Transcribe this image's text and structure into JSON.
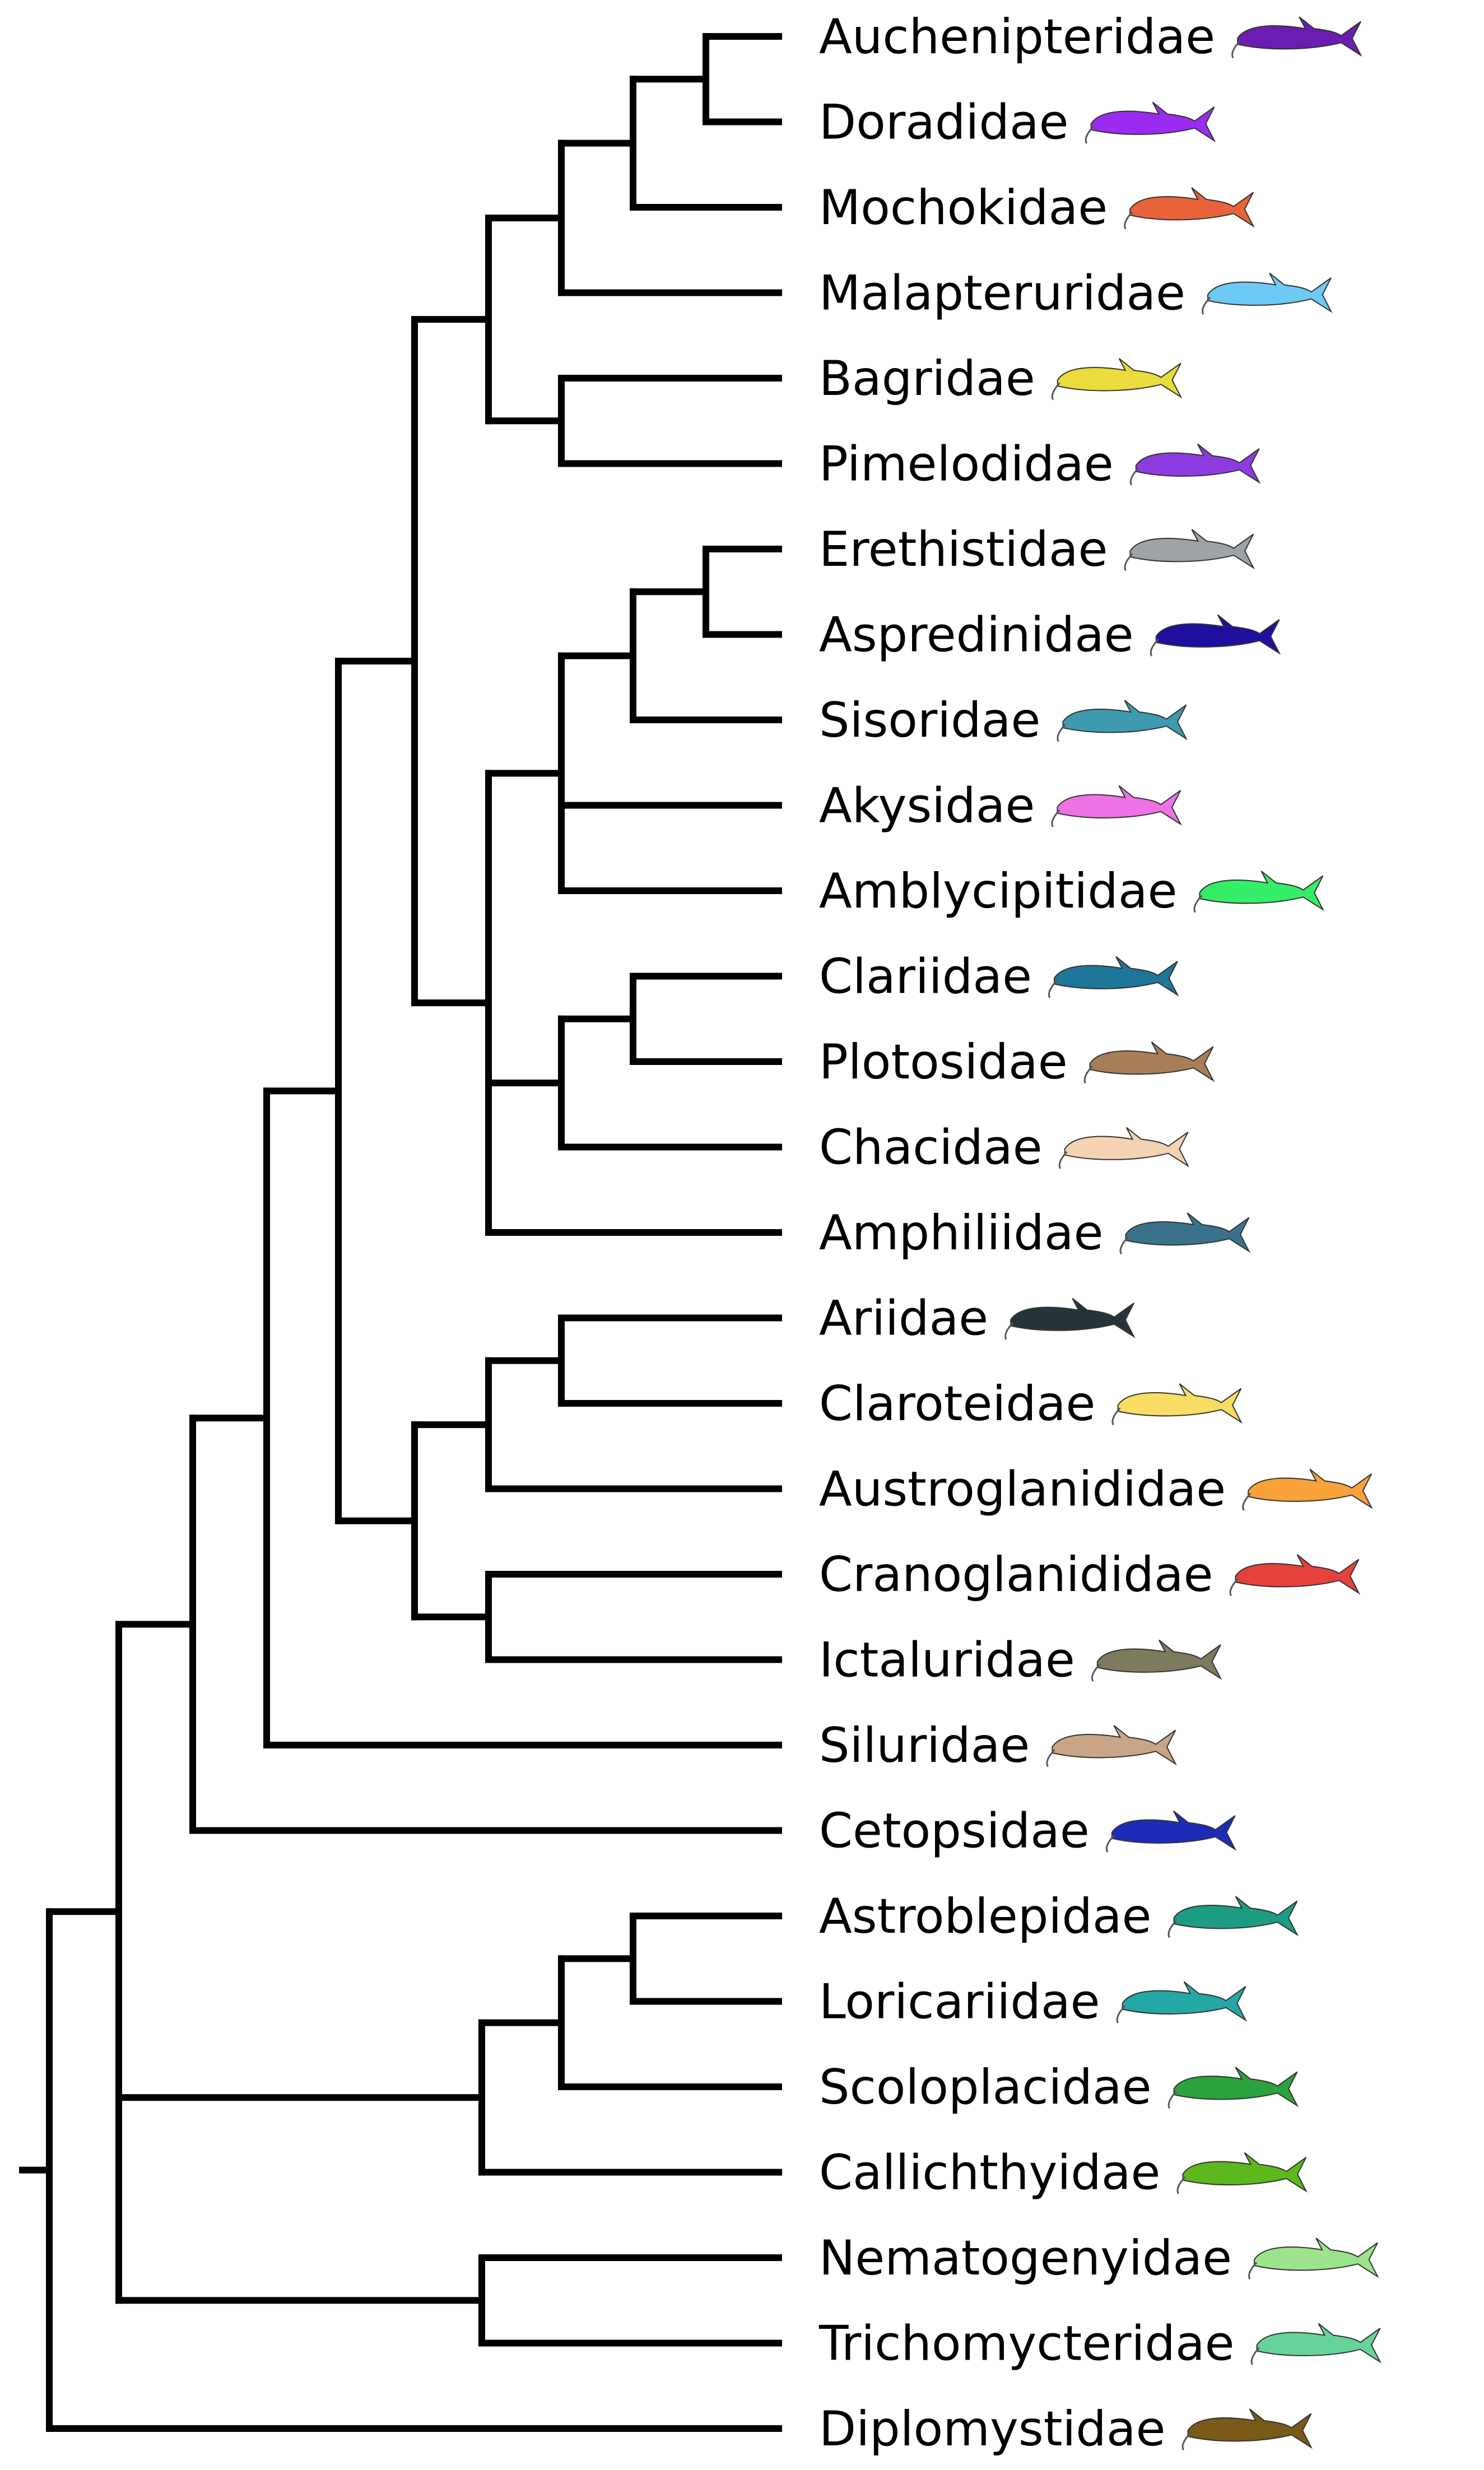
{
  "taxa": [
    {
      "name": "Auchenipteridae",
      "color": "#6A1DB0",
      "silhouette": "slender-catfish"
    },
    {
      "name": "Doradidae",
      "color": "#9B2BF0",
      "silhouette": "long-whiskered-catfish"
    },
    {
      "name": "Mochokidae",
      "color": "#E8633A",
      "silhouette": "upside-down-catfish"
    },
    {
      "name": "Malapteruridae",
      "color": "#6EC9F5",
      "silhouette": "electric-catfish"
    },
    {
      "name": "Bagridae",
      "color": "#E9DC3C",
      "silhouette": "bagrid-catfish"
    },
    {
      "name": "Pimelodidae",
      "color": "#8E3BE0",
      "silhouette": "long-whiskered-catfish"
    },
    {
      "name": "Erethistidae",
      "color": "#9FA3A6",
      "silhouette": "armored-catfish"
    },
    {
      "name": "Aspredinidae",
      "color": "#1F0F9E",
      "silhouette": "banjo-catfish"
    },
    {
      "name": "Sisoridae",
      "color": "#3E9AAE",
      "silhouette": "sisorid-catfish"
    },
    {
      "name": "Akysidae",
      "color": "#EE72E6",
      "silhouette": "stream-catfish"
    },
    {
      "name": "Amblycipitidae",
      "color": "#33EE66",
      "silhouette": "torrent-catfish"
    },
    {
      "name": "Clariidae",
      "color": "#1E7798",
      "silhouette": "airbreathing-catfish"
    },
    {
      "name": "Plotosidae",
      "color": "#A87E58",
      "silhouette": "eeltail-catfish"
    },
    {
      "name": "Chacidae",
      "color": "#F5D3B2",
      "silhouette": "squarehead-catfish"
    },
    {
      "name": "Amphiliidae",
      "color": "#3A728C",
      "silhouette": "loach-catfish"
    },
    {
      "name": "Ariidae",
      "color": "#26343A",
      "silhouette": "sea-catfish"
    },
    {
      "name": "Claroteidae",
      "color": "#F8DC63",
      "silhouette": "claroteid-catfish"
    },
    {
      "name": "Austroglanididae",
      "color": "#F9A23A",
      "silhouette": "rock-catfish"
    },
    {
      "name": "Cranoglanididae",
      "color": "#E5413D",
      "silhouette": "armorhead-catfish"
    },
    {
      "name": "Ictaluridae",
      "color": "#7E7A5E",
      "silhouette": "bullhead-catfish"
    },
    {
      "name": "Siluridae",
      "color": "#C7A586",
      "silhouette": "sheatfish"
    },
    {
      "name": "Cetopsidae",
      "color": "#1C2CB8",
      "silhouette": "whale-catfish"
    },
    {
      "name": "Astroblepidae",
      "color": "#1C9C82",
      "silhouette": "climbing-catfish"
    },
    {
      "name": "Loricariidae",
      "color": "#24A8A5",
      "silhouette": "suckermouth-catfish"
    },
    {
      "name": "Scoloplacidae",
      "color": "#2BA23E",
      "silhouette": "spiny-dwarf-catfish"
    },
    {
      "name": "Callichthyidae",
      "color": "#5DB81E",
      "silhouette": "armored-catfish"
    },
    {
      "name": "Nematogenyidae",
      "color": "#9BE48B",
      "silhouette": "mountain-catfish"
    },
    {
      "name": "Trichomycteridae",
      "color": "#66D39A",
      "silhouette": "pencil-catfish"
    },
    {
      "name": "Diplomystidae",
      "color": "#7A5A18",
      "silhouette": "velvet-catfish"
    }
  ],
  "tree": {
    "children": [
      {
        "children": [
          {
            "children": [
              {
                "children": [
                  {
                    "children": [
                      {
                        "children": [
                          {
                            "children": [
                              {
                                "children": [
                                  {
                                    "taxon": 0
                                  },
                                  {
                                    "taxon": 1
                                  }
                                ]
                              },
                              {
                                "taxon": 2
                              }
                            ]
                          },
                          {
                            "taxon": 3
                          }
                        ]
                      },
                      {
                        "children": [
                          {
                            "taxon": 4
                          },
                          {
                            "taxon": 5
                          }
                        ]
                      }
                    ]
                  },
                  {
                    "children": [
                      {
                        "children": [
                          {
                            "children": [
                              {
                                "children": [
                                  {
                                    "taxon": 6
                                  },
                                  {
                                    "taxon": 7
                                  }
                                ]
                              },
                              {
                                "taxon": 8
                              }
                            ]
                          },
                          {
                            "taxon": 9
                          },
                          {
                            "taxon": 10
                          }
                        ]
                      },
                      {
                        "children": [
                          {
                            "children": [
                              {
                                "taxon": 11
                              },
                              {
                                "taxon": 12
                              }
                            ]
                          },
                          {
                            "taxon": 13
                          }
                        ]
                      },
                      {
                        "taxon": 14
                      }
                    ]
                  }
                ]
              },
              {
                "children": [
                  {
                    "children": [
                      {
                        "children": [
                          {
                            "taxon": 15
                          },
                          {
                            "taxon": 16
                          }
                        ]
                      },
                      {
                        "taxon": 17
                      }
                    ]
                  },
                  {
                    "children": [
                      {
                        "taxon": 18
                      },
                      {
                        "taxon": 19
                      }
                    ]
                  }
                ]
              }
            ]
          },
          {
            "taxon": 20
          }
        ]
      },
      {
        "taxon": 21
      }
    ]
  },
  "outgroup_tree": {
    "children": [
      {
        "children": [
          {
            "children": [
              {
                "children": [
                  {
                    "children": [
                      {
                        "taxon": 22
                      },
                      {
                        "taxon": 23
                      }
                    ]
                  },
                  {
                    "taxon": 24
                  }
                ]
              },
              {
                "taxon": 25
              }
            ]
          },
          {
            "children": [
              {
                "taxon": 26
              },
              {
                "taxon": 27
              }
            ]
          }
        ]
      }
    ]
  }
}
